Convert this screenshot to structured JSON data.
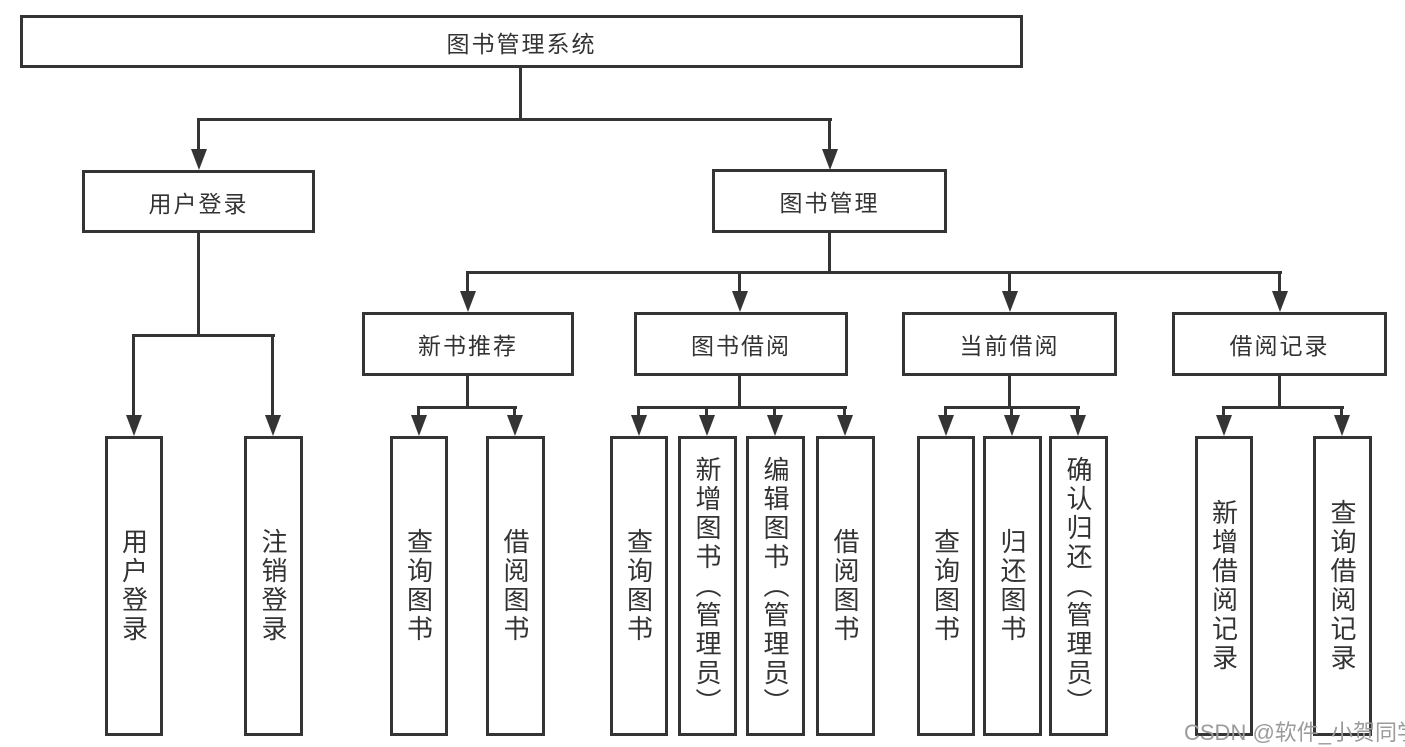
{
  "title": "图书管理系统",
  "level2": {
    "user_login": "用户登录",
    "book_management": "图书管理"
  },
  "level3": {
    "new_book": "新书推荐",
    "book_borrow": "图书借阅",
    "current_borrow": "当前借阅",
    "borrow_record": "借阅记录"
  },
  "leaves": {
    "user_login": [
      "用户登录",
      "注销登录"
    ],
    "new_book": [
      "查询图书",
      "借阅图书"
    ],
    "book_borrow": [
      "查询图书",
      "新增图书（管理员）",
      "编辑图书（管理员）",
      "借阅图书"
    ],
    "current_borrow": [
      "查询图书",
      "归还图书",
      "确认归还（管理员）"
    ],
    "borrow_record": [
      "新增借阅记录",
      "查询借阅记录"
    ]
  },
  "watermark": "CSDN @软件_小贺同学",
  "colors": {
    "line": "#343434",
    "text": "#333333",
    "watermark": "#9b9b9b",
    "background": "#ffffff"
  }
}
